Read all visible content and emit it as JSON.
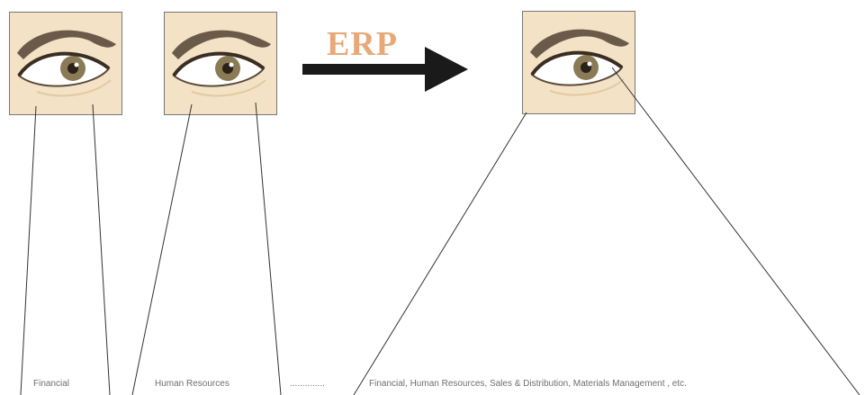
{
  "diagram": {
    "arrow_label": "ERP",
    "labels": {
      "financial": "Financial",
      "human_resources": "Human Resources",
      "ellipsis": "..............",
      "combined": "Financial, Human Resources, Sales & Distribution, Materials Management , etc."
    },
    "icons": [
      "eye-icon",
      "eye-icon",
      "eye-icon",
      "arrow-right-icon"
    ],
    "colors": {
      "arrow_label": "#e8a878",
      "arrow": "#1a1a1a",
      "skin": "#f3e2c5",
      "iris": "#8a7a55",
      "brow": "#6a5a4a",
      "lines": "#333333",
      "label_text": "#6f6f6f"
    }
  }
}
